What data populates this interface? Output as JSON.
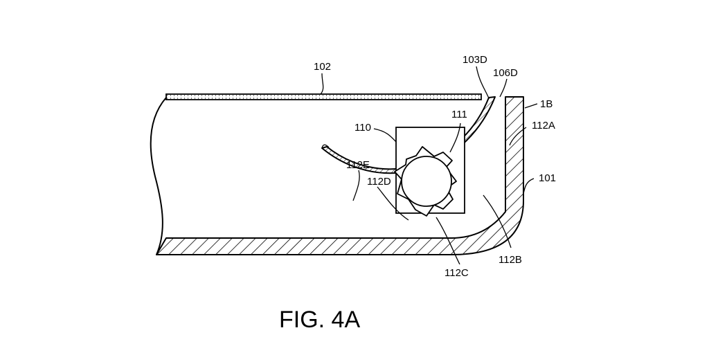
{
  "figure": {
    "caption": "FIG. 4A",
    "labels": {
      "l102": "102",
      "l103D": "103D",
      "l106D": "106D",
      "l1B": "1B",
      "l112A": "112A",
      "l101": "101",
      "l111": "111",
      "l110": "110",
      "l112E": "112E",
      "l112D": "112D",
      "l112C": "112C",
      "l112B": "112B"
    }
  }
}
